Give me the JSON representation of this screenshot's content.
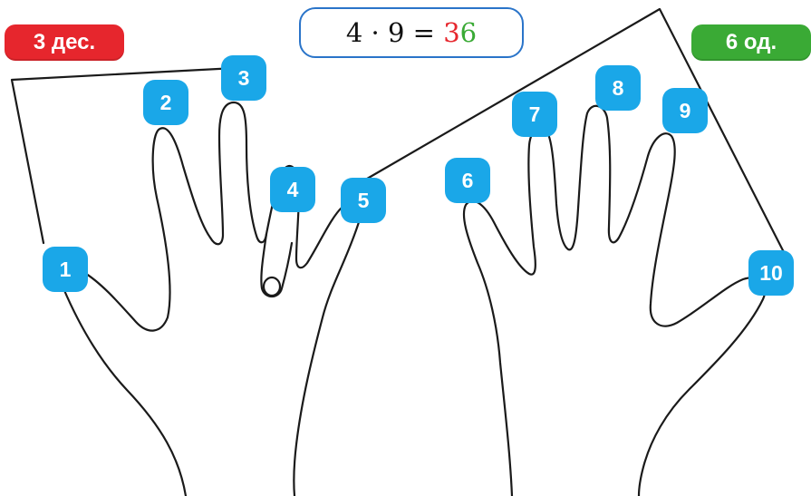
{
  "colors": {
    "tens_badge": "#e6262d",
    "ones_badge": "#3aaa35",
    "finger_label": "#1aa7e8",
    "equation_border": "#2a74c9",
    "outline": "#1a1a1a"
  },
  "tens_badge": {
    "text": "3 дес."
  },
  "ones_badge": {
    "text": "6 од."
  },
  "equation": {
    "lhs": "4 · 9 = ",
    "tens_digit": "3",
    "ones_digit": "6"
  },
  "fingers": [
    {
      "label": "1",
      "folded": false
    },
    {
      "label": "2",
      "folded": false
    },
    {
      "label": "3",
      "folded": false
    },
    {
      "label": "4",
      "folded": true
    },
    {
      "label": "5",
      "folded": false
    },
    {
      "label": "6",
      "folded": false
    },
    {
      "label": "7",
      "folded": false
    },
    {
      "label": "8",
      "folded": false
    },
    {
      "label": "9",
      "folded": false
    },
    {
      "label": "10",
      "folded": false
    }
  ]
}
